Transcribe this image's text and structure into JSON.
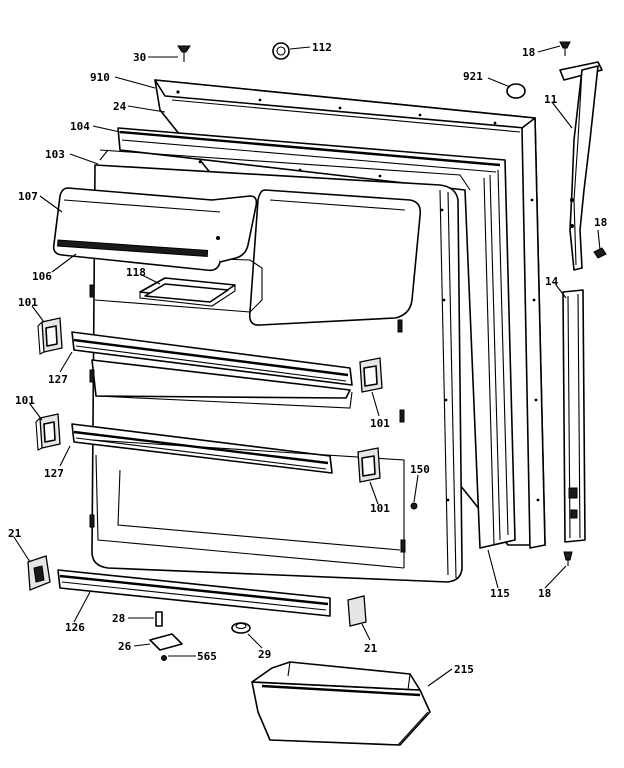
{
  "diagram": {
    "header_fragment": "",
    "parts": {
      "p30": "30",
      "p112": "112",
      "p18_top": "18",
      "p910": "910",
      "p921": "921",
      "p24": "24",
      "p11": "11",
      "p104": "104",
      "p103": "103",
      "p107": "107",
      "p18_mid": "18",
      "p106": "106",
      "p118": "118",
      "p14": "14",
      "p101_a": "101",
      "p127_a": "127",
      "p101_b": "101",
      "p101_c": "101",
      "p127_b": "127",
      "p150": "150",
      "p101_d": "101",
      "p21_a": "21",
      "p115": "115",
      "p18_bot": "18",
      "p126": "126",
      "p28": "28",
      "p26": "26",
      "p565": "565",
      "p29": "29",
      "p21_b": "21",
      "p215": "215"
    }
  }
}
